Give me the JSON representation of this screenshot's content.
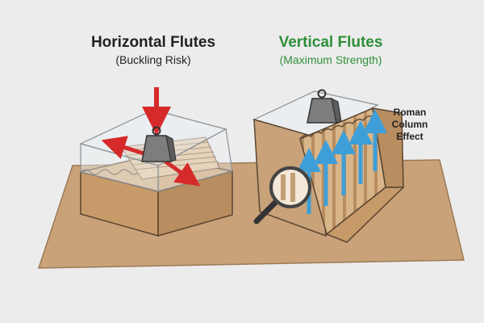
{
  "left": {
    "title": "Horizontal Flutes",
    "subtitle": "(Buckling Risk)"
  },
  "right": {
    "title": "Vertical Flutes",
    "subtitle": "(Maximum Strength)",
    "callout": [
      "Roman",
      "Column",
      "Effect"
    ]
  },
  "colors": {
    "background": "#ececec",
    "kraft_board": "#c9a27a",
    "cardboard": "#d9b58a",
    "cardboard_dark": "#b88d5f",
    "left_title": "#222222",
    "right_title": "#2f8f3a",
    "force_arrow": "#d62a2a",
    "strength_arrow": "#3e9fd8",
    "weight": "#7d7d7d"
  },
  "icons": [
    "weight-icon",
    "magnifier-icon",
    "arrow-down-icon",
    "arrow-up-icon"
  ]
}
